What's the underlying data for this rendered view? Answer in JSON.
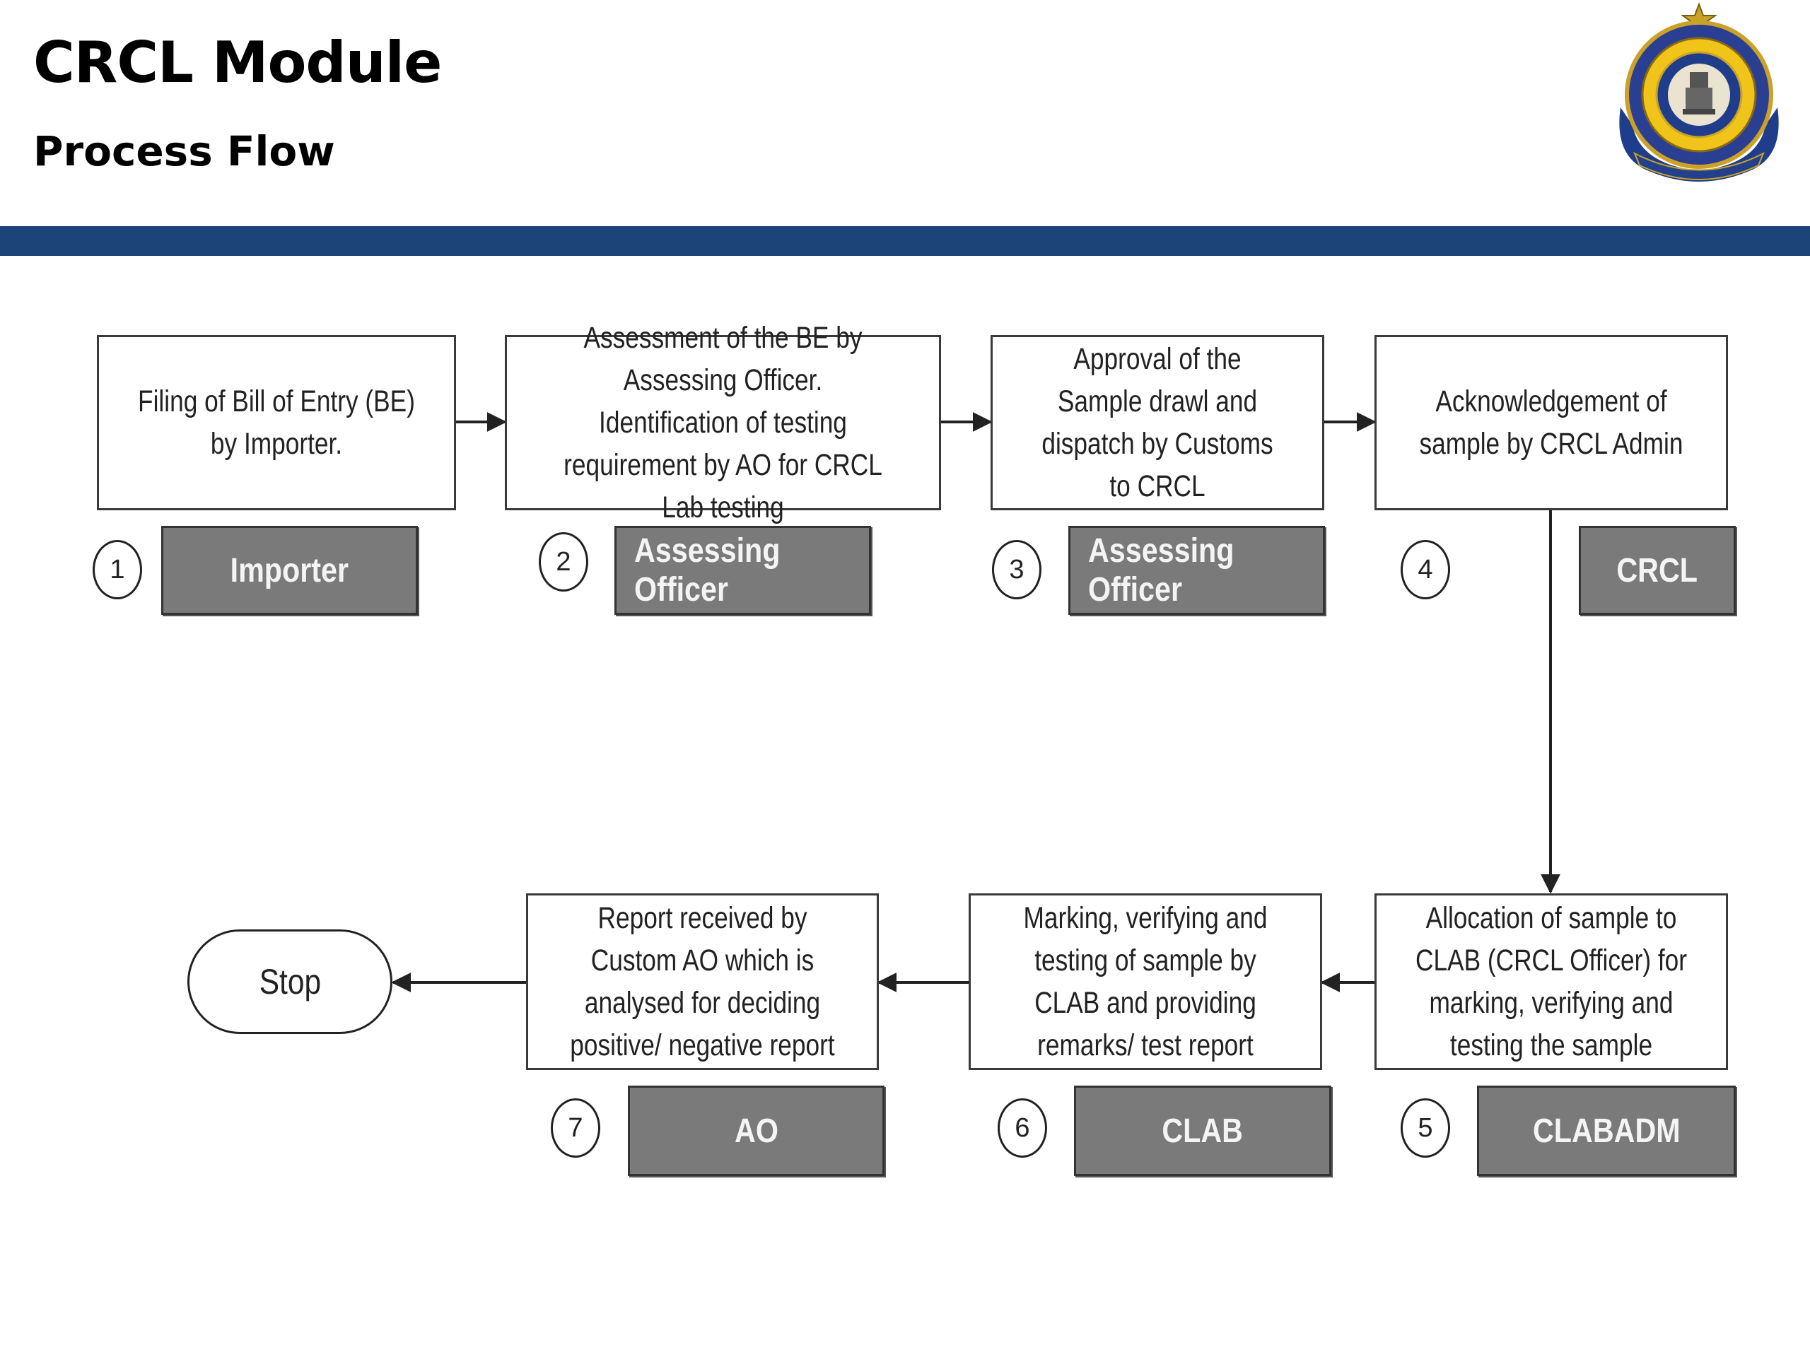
{
  "header": {
    "title": "CRCL Module",
    "subtitle": "Process Flow",
    "bar_color": "#1d4479",
    "logo_icon": "department-emblem-seal"
  },
  "steps": [
    {
      "number": "1",
      "text": "Filing of Bill of Entry (BE) by Importer.",
      "role": "Importer"
    },
    {
      "number": "2",
      "text": "Assessment of the BE by Assessing Officer. Identification of testing requirement by AO for CRCL Lab testing",
      "role": "Assessing Officer"
    },
    {
      "number": "3",
      "text": "Approval of the Sample drawl and dispatch by Customs to CRCL",
      "role": "Assessing Officer"
    },
    {
      "number": "4",
      "text": "Acknowledgement of sample by CRCL Admin",
      "role": "CRCL"
    },
    {
      "number": "5",
      "text": "Allocation of sample to CLAB (CRCL Officer) for marking, verifying and testing the sample",
      "role": "CLABADM"
    },
    {
      "number": "6",
      "text": "Marking, verifying and testing of sample by CLAB and providing remarks/ test report",
      "role": "CLAB"
    },
    {
      "number": "7",
      "text": "Report received by Custom AO which is analysed for deciding positive/ negative report",
      "role": "AO"
    }
  ],
  "end_node": "Stop",
  "colors": {
    "role_fill": "#7a7a7a",
    "box_border": "#3a3a3a"
  }
}
